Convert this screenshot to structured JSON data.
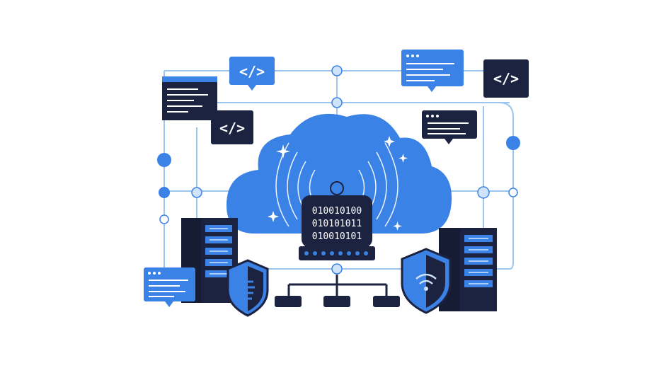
{
  "colors": {
    "accent_blue": "#3b82e6",
    "light_blue": "#cfe3fb",
    "line_blue": "#9cc5f0",
    "navy": "#1b2340",
    "white": "#ffffff"
  },
  "code_tags": {
    "top_center": "</>",
    "mid_left": "</>",
    "top_right": "</>"
  },
  "binary": {
    "line1": "010010100",
    "line2": "010101011",
    "line3": "010010101"
  },
  "icons": {
    "cloud": "cloud-icon",
    "router": "router-icon",
    "shield_left": "shield-icon",
    "shield_right": "shield-wifi-icon",
    "server_left": "server-rack-icon",
    "server_right": "server-rack-icon",
    "network_tree": "network-tree-icon"
  }
}
